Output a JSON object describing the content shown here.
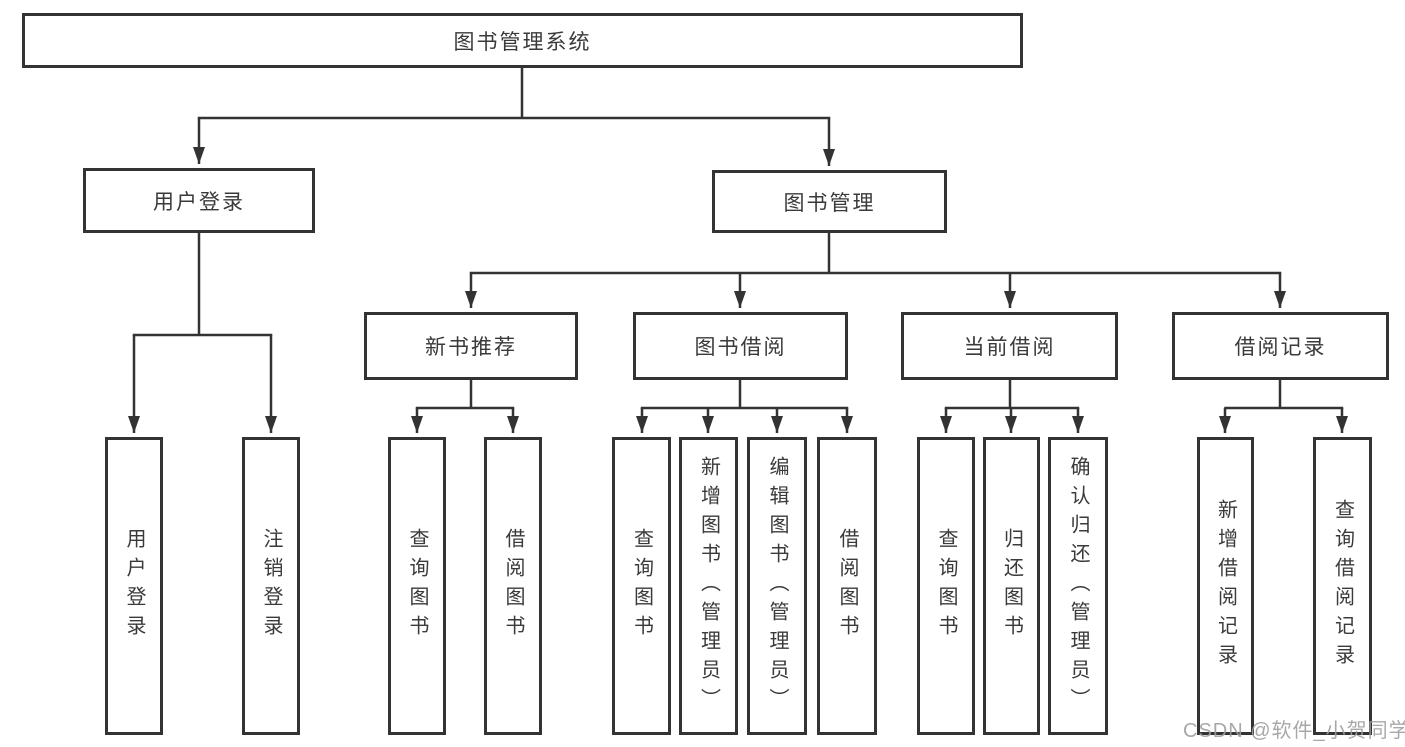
{
  "diagram": {
    "root": {
      "label": "图书管理系统"
    },
    "branches": [
      {
        "label": "用户登录",
        "children": [
          {
            "label": "用户登录"
          },
          {
            "label": "注销登录"
          }
        ]
      },
      {
        "label": "图书管理",
        "children": [
          {
            "label": "新书推荐",
            "children": [
              {
                "label": "查询图书"
              },
              {
                "label": "借阅图书"
              }
            ]
          },
          {
            "label": "图书借阅",
            "children": [
              {
                "label": "查询图书"
              },
              {
                "label": "新增图书（管理员）"
              },
              {
                "label": "编辑图书（管理员）"
              },
              {
                "label": "借阅图书"
              }
            ]
          },
          {
            "label": "当前借阅",
            "children": [
              {
                "label": "查询图书"
              },
              {
                "label": "归还图书"
              },
              {
                "label": "确认归还（管理员）"
              }
            ]
          },
          {
            "label": "借阅记录",
            "children": [
              {
                "label": "新增借阅记录"
              },
              {
                "label": "查询借阅记录"
              }
            ]
          }
        ]
      }
    ]
  },
  "watermark": {
    "text": "CSDN @软件_小贺同学"
  },
  "colors": {
    "line": "#333333",
    "box_border": "#333333",
    "text": "#3a3a3a",
    "background": "#ffffff",
    "watermark": "#9e9e9e"
  }
}
